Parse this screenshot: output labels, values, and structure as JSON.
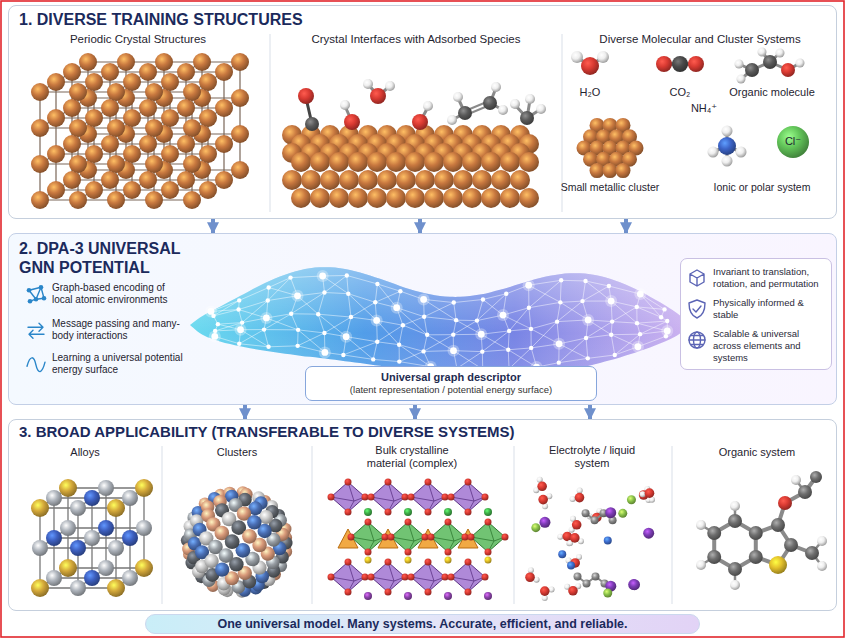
{
  "diagram": {
    "nodes": [
      {
        "text": [
          "1. DIVERSE TRAINING STRUCTURES"
        ]
      },
      {
        "text": [
          "2. DPA-3 UNIVERSAL GNN POTENTIAL"
        ]
      },
      {
        "text": [
          "Invariant to translation, rotation, and permutation",
          "Physically informed & stable",
          "Scalable & universal across elements and systems"
        ],
        "in": 1
      },
      {
        "text": [
          "Universal graph descriptor",
          "(latent representation / potential energy surface)"
        ],
        "in": 1
      },
      {
        "text": [
          "3. BROAD APPLICABILITY (TRANSFERABLE TO DIVERSE SYSTEMS)"
        ]
      },
      {
        "text": [
          "One universal model. Many systems. Accurate, efficient, and reliable."
        ]
      }
    ],
    "edges": [
      {
        "from": 0,
        "to": 1,
        "arrow": "to"
      },
      {
        "from": 0,
        "to": 1,
        "arrow": "to"
      },
      {
        "from": 0,
        "to": 1,
        "arrow": "to"
      },
      {
        "from": 1,
        "to": 4,
        "arrow": "to"
      },
      {
        "from": 1,
        "to": 4,
        "arrow": "to"
      },
      {
        "from": 1,
        "to": 4,
        "arrow": "to"
      }
    ],
    "labels": [
      "Periodic Crystal Structures",
      "Crystal Interfaces with Adsorbed Species",
      "Diverse Molecular and Cluster Systems",
      "H₂O",
      "CO₂",
      "Organic molecule",
      "NH₄⁺",
      "Cl⁻",
      "Small metallic cluster",
      "Ionic or polar system",
      "Graph-based encoding of local atomic environments",
      "Message passing and many-body interactions",
      "Learning a universal potential energy surface",
      "Alloys",
      "Clusters",
      "Bulk crystalline material (complex)",
      "Electrolyte / liquid system",
      "Organic system"
    ]
  }
}
